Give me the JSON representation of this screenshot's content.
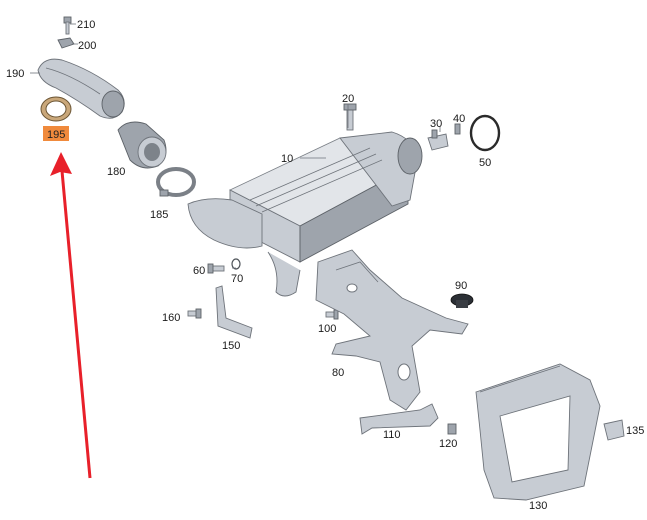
{
  "diagram": {
    "labels": [
      "210",
      "200",
      "190",
      "195",
      "180",
      "185",
      "20",
      "10",
      "30",
      "40",
      "50",
      "60",
      "70",
      "90",
      "160",
      "100",
      "150",
      "80",
      "110",
      "120",
      "135",
      "130"
    ],
    "highlighted_label": "195",
    "colors": {
      "highlight": "#f08a3c",
      "arrow": "#e8202a",
      "part": "#c7ccd3",
      "outline": "#6e737a"
    }
  }
}
